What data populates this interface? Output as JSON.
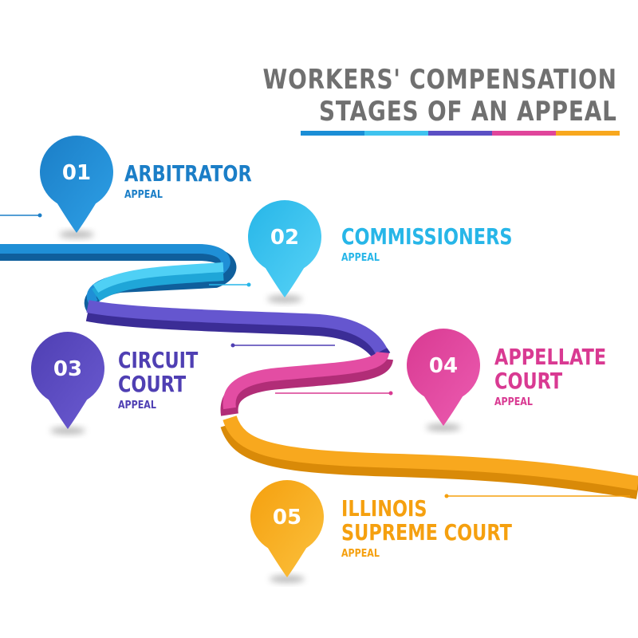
{
  "title": {
    "line1": "WORKERS' COMPENSATION",
    "line2": "STAGES OF AN APPEAL",
    "color": "#707070",
    "bar_colors": [
      "#1b8ed6",
      "#3fc3ef",
      "#5b4fc4",
      "#e0459b",
      "#f8a81e"
    ]
  },
  "stages": [
    {
      "number": "01",
      "name_lines": [
        "ARBITRATOR"
      ],
      "sub": "APPEAL",
      "color": "#1b7ec7",
      "light": "#2ea0e6"
    },
    {
      "number": "02",
      "name_lines": [
        "COMMISSIONERS"
      ],
      "sub": "APPEAL",
      "color": "#27b6e8",
      "light": "#58d3f7"
    },
    {
      "number": "03",
      "name_lines": [
        "CIRCUIT",
        "COURT"
      ],
      "sub": "APPEAL",
      "color": "#4f3fb3",
      "light": "#6b5bd1"
    },
    {
      "number": "04",
      "name_lines": [
        "APPELLATE",
        "COURT"
      ],
      "sub": "APPEAL",
      "color": "#d93a92",
      "light": "#ec5cb1"
    },
    {
      "number": "05",
      "name_lines": [
        "ILLINOIS",
        "SUPREME COURT"
      ],
      "sub": "APPEAL",
      "color": "#f5a00f",
      "light": "#fbc13d"
    }
  ]
}
